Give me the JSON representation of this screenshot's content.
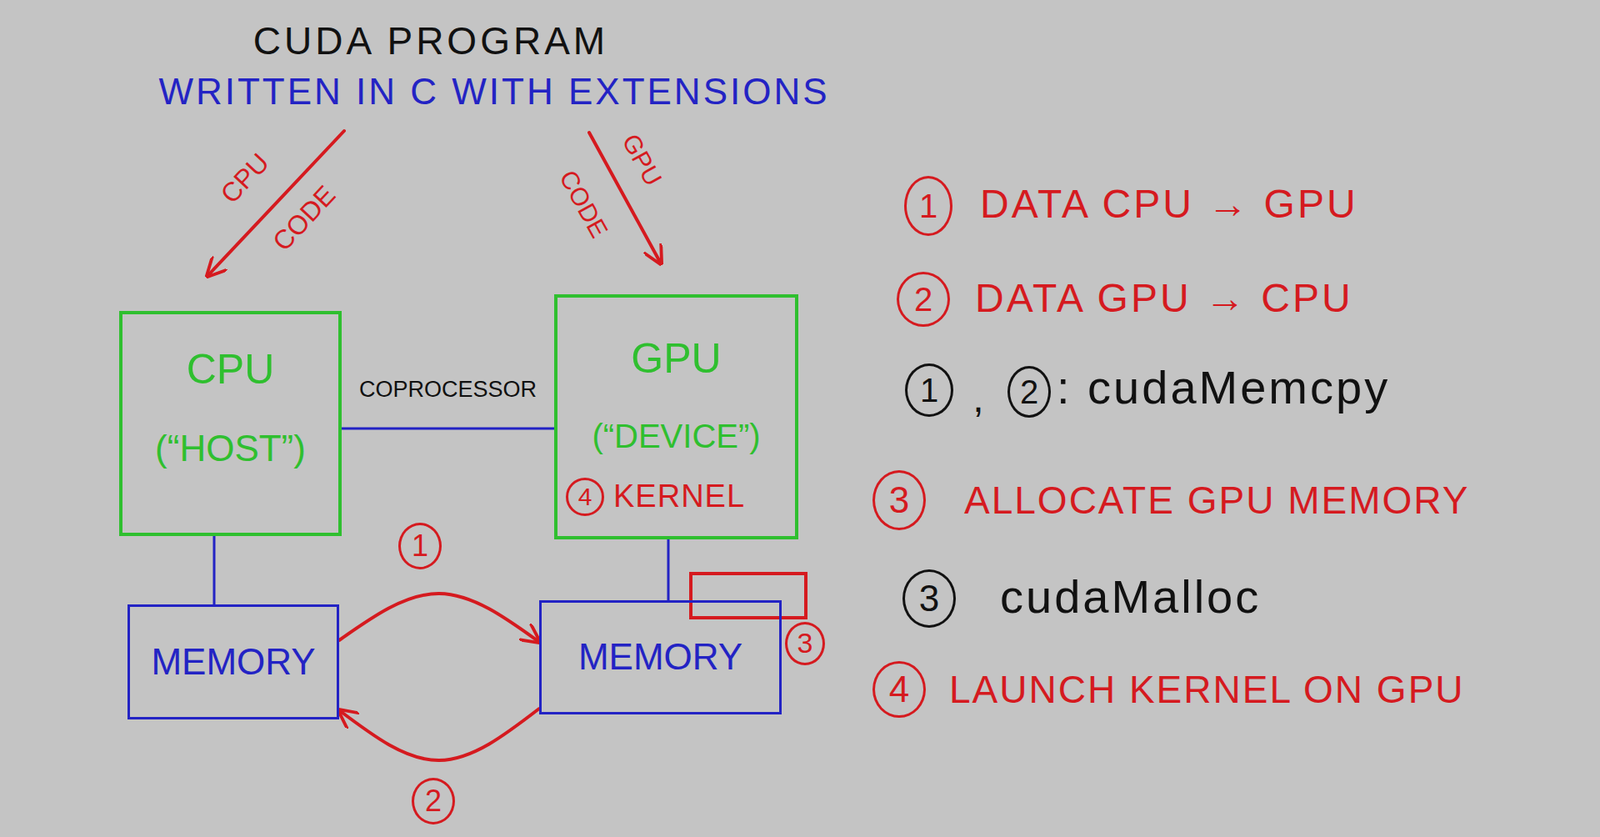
{
  "diagram": {
    "title": "CUDA PROGRAM",
    "nodes": [
      {
        "text": [
          "CPU",
          "(“HOST”)"
        ]
      },
      {
        "text": [
          "GPU",
          "(“DEVICE”)"
        ]
      },
      {
        "text": [
          "MEMORY"
        ]
      },
      {
        "text": [
          "MEMORY"
        ]
      }
    ],
    "edges": [
      {
        "from": 0,
        "to": 1,
        "arrow": "none",
        "label": "COPROCESSOR"
      },
      {
        "from": 0,
        "to": 2,
        "arrow": "none"
      },
      {
        "from": 1,
        "to": 3,
        "arrow": "none"
      },
      {
        "from": 2,
        "to": 3,
        "arrow": "to",
        "label": "1"
      },
      {
        "from": 3,
        "to": 2,
        "arrow": "to",
        "label": "2"
      }
    ],
    "labels": [
      "WRITTEN IN C WITH EXTENSIONS",
      "CPU",
      "CODE",
      "GPU",
      "CODE",
      "4",
      "KERNEL",
      "3",
      "1",
      "DATA CPU → GPU",
      "2",
      "DATA GPU → CPU",
      "1",
      ",",
      "2",
      ": cudaMemcpy",
      "3",
      "ALLOCATE GPU MEMORY",
      "3",
      "cudaMalloc",
      "4",
      "LAUNCH KERNEL ON GPU"
    ]
  }
}
